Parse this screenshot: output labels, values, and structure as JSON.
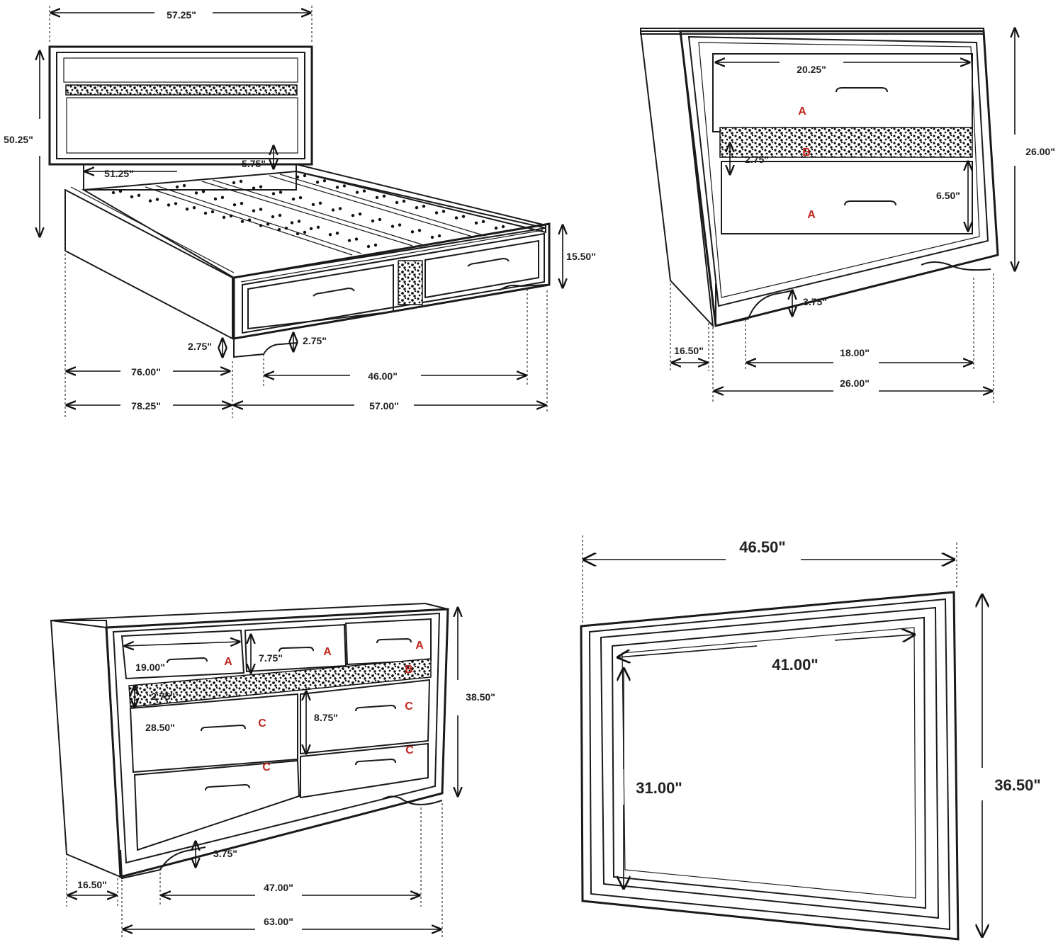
{
  "bed": {
    "dims": {
      "headboard_width": "57.25\"",
      "headboard_height": "50.25\"",
      "inner_width": "51.25\"",
      "gap": "5.75\"",
      "footboard_height": "15.50\"",
      "leg_left": "2.75\"",
      "leg_right": "2.75\"",
      "length_inner": "76.00\"",
      "drawer_span": "46.00\"",
      "length_outer": "78.25\"",
      "width": "57.00\""
    }
  },
  "nightstand": {
    "dims": {
      "drawer_width": "20.25\"",
      "height": "26.00\"",
      "band": "2.75\"",
      "drawer_height": "6.50\"",
      "leg": "3.75\"",
      "depth": "16.50\"",
      "inner_width": "18.00\"",
      "width": "26.00\""
    },
    "labels": {
      "a1": "A",
      "b": "B",
      "a2": "A"
    }
  },
  "dresser": {
    "dims": {
      "top_drawer_width": "19.00\"",
      "top_drawer_height": "7.75\"",
      "height": "38.50\"",
      "band": "2.75\"",
      "lower_drawer_width": "28.50\"",
      "lower_drawer_height": "8.75\"",
      "leg": "3.75\"",
      "depth": "16.50\"",
      "inner_width": "47.00\"",
      "width": "63.00\""
    },
    "labels": {
      "a1": "A",
      "a2": "A",
      "a3": "A",
      "b": "B",
      "c1": "C",
      "c2": "C",
      "c3": "C",
      "c4": "C"
    }
  },
  "mirror": {
    "dims": {
      "width": "46.50\"",
      "inner_width": "41.00\"",
      "inner_height": "31.00\"",
      "height": "36.50\""
    }
  }
}
